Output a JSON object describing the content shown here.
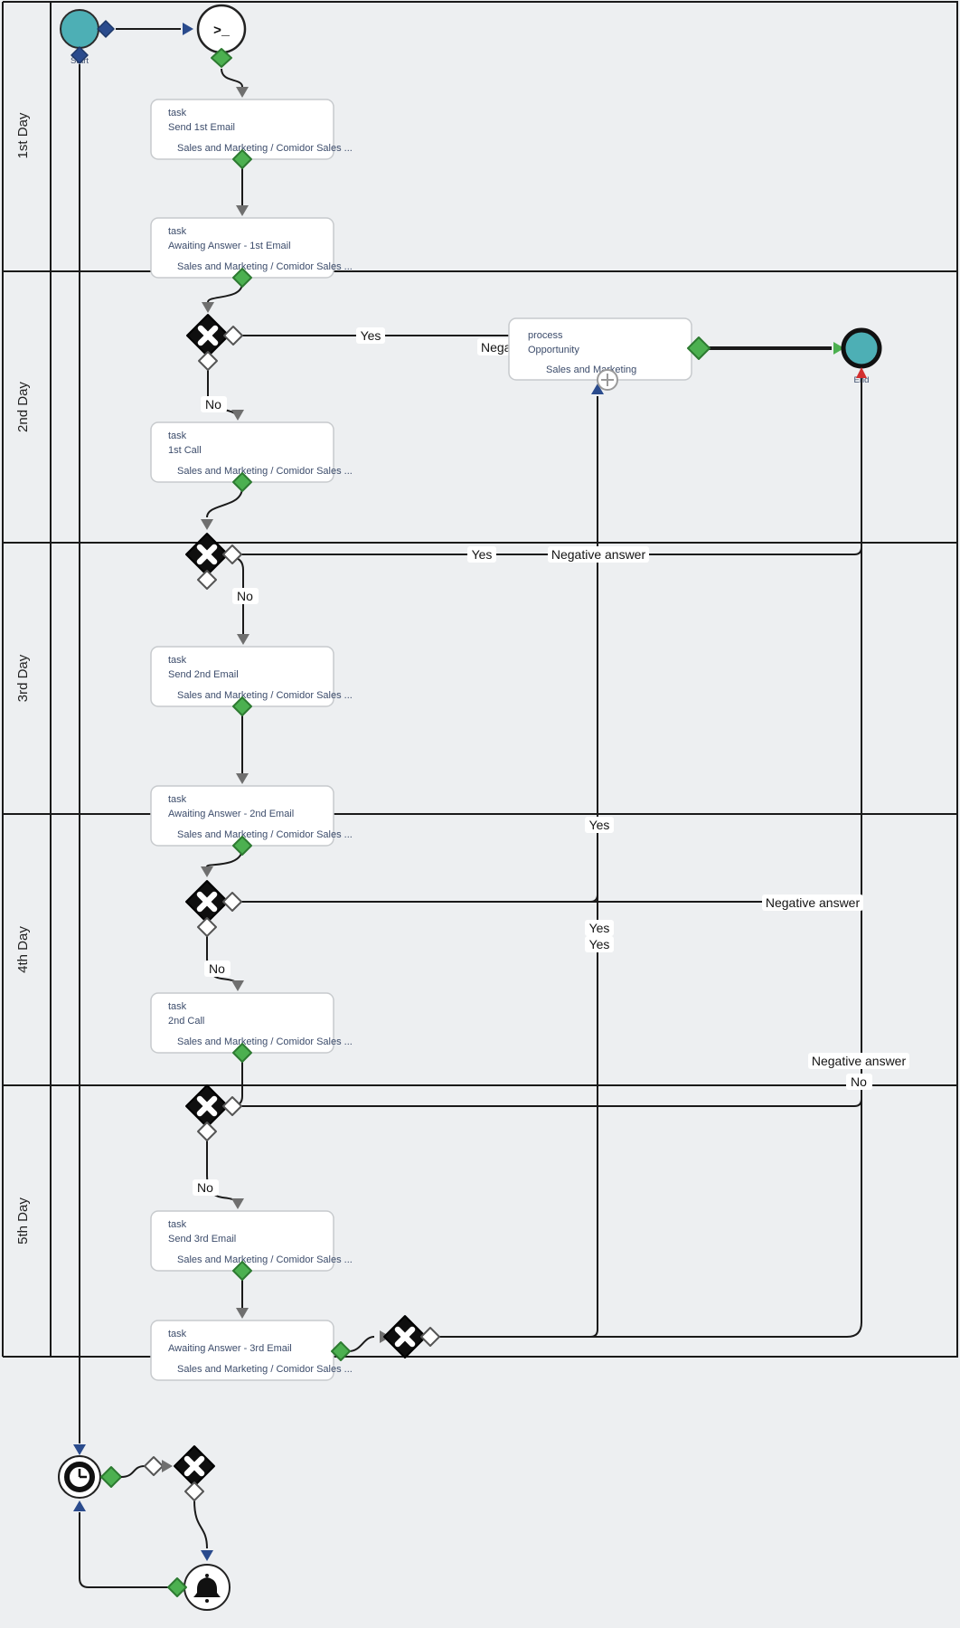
{
  "diagram": {
    "background": "#edeff1",
    "pool": {
      "lanes": [
        {
          "label": "1st Day"
        },
        {
          "label": "2nd Day"
        },
        {
          "label": "3rd Day"
        },
        {
          "label": "4th Day"
        },
        {
          "label": "5th Day"
        }
      ]
    },
    "events": {
      "start": {
        "label": "Start"
      },
      "script": {
        "glyph": ">_",
        "icon": "terminal-icon"
      },
      "end": {
        "label": "End"
      },
      "timer": {
        "icon": "clock-icon"
      },
      "notification": {
        "icon": "bell-icon"
      }
    },
    "tasks": [
      {
        "type": "task",
        "name": "Send 1st Email",
        "assignee": "Sales and Marketing / Comidor Sales ..."
      },
      {
        "type": "task",
        "name": "Awaiting Answer - 1st Email",
        "assignee": "Sales and Marketing / Comidor Sales ..."
      },
      {
        "type": "task",
        "name": "1st Call",
        "assignee": "Sales and Marketing / Comidor Sales ..."
      },
      {
        "type": "task",
        "name": "Send 2nd Email",
        "assignee": "Sales and Marketing / Comidor Sales ..."
      },
      {
        "type": "task",
        "name": "Awaiting Answer - 2nd Email",
        "assignee": "Sales and Marketing / Comidor Sales ..."
      },
      {
        "type": "task",
        "name": "2nd Call",
        "assignee": "Sales and Marketing / Comidor Sales ..."
      },
      {
        "type": "task",
        "name": "Send 3rd Email",
        "assignee": "Sales and Marketing / Comidor Sales ..."
      },
      {
        "type": "task",
        "name": "Awaiting Answer - 3rd Email",
        "assignee": "Sales and Marketing / Comidor Sales ..."
      }
    ],
    "subprocess": {
      "type": "process",
      "name": "Opportunity",
      "assignee": "Sales and Marketing"
    },
    "edge_labels": [
      {
        "text": "Yes"
      },
      {
        "text": "Negative answer"
      },
      {
        "text": "No"
      },
      {
        "text": "Yes"
      },
      {
        "text": "Negative answer"
      },
      {
        "text": "No"
      },
      {
        "text": "Yes"
      },
      {
        "text": "Negative answer"
      },
      {
        "text": "Yes"
      },
      {
        "text": "Yes"
      },
      {
        "text": "No"
      },
      {
        "text": "Negative answer"
      },
      {
        "text": "No"
      },
      {
        "text": "No"
      }
    ],
    "colors": {
      "teal": "#4dafb5",
      "green": "#4cb050",
      "blue": "#2a4b8d",
      "red": "#d32f2f",
      "gateway_black": "#0f0f0f",
      "gray_arrow": "#6f6f6f",
      "task_text": "#3c4c6b",
      "line": "#1a1a1a"
    }
  }
}
